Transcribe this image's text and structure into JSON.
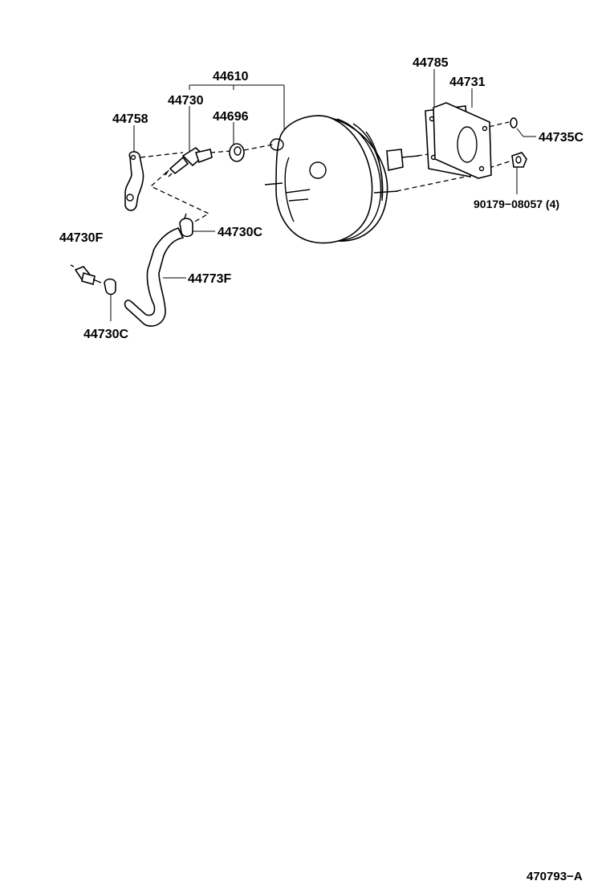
{
  "diagram": {
    "labels": {
      "p44610": "44610",
      "p44730": "44730",
      "p44696": "44696",
      "p44758": "44758",
      "p44785": "44785",
      "p44731": "44731",
      "p44735C": "44735C",
      "p90179": "90179−08057 (4)",
      "p44730C_upper": "44730C",
      "p44730F": "44730F",
      "p44773F": "44773F",
      "p44730C_lower": "44730C"
    },
    "figure_code": "470793−A"
  }
}
